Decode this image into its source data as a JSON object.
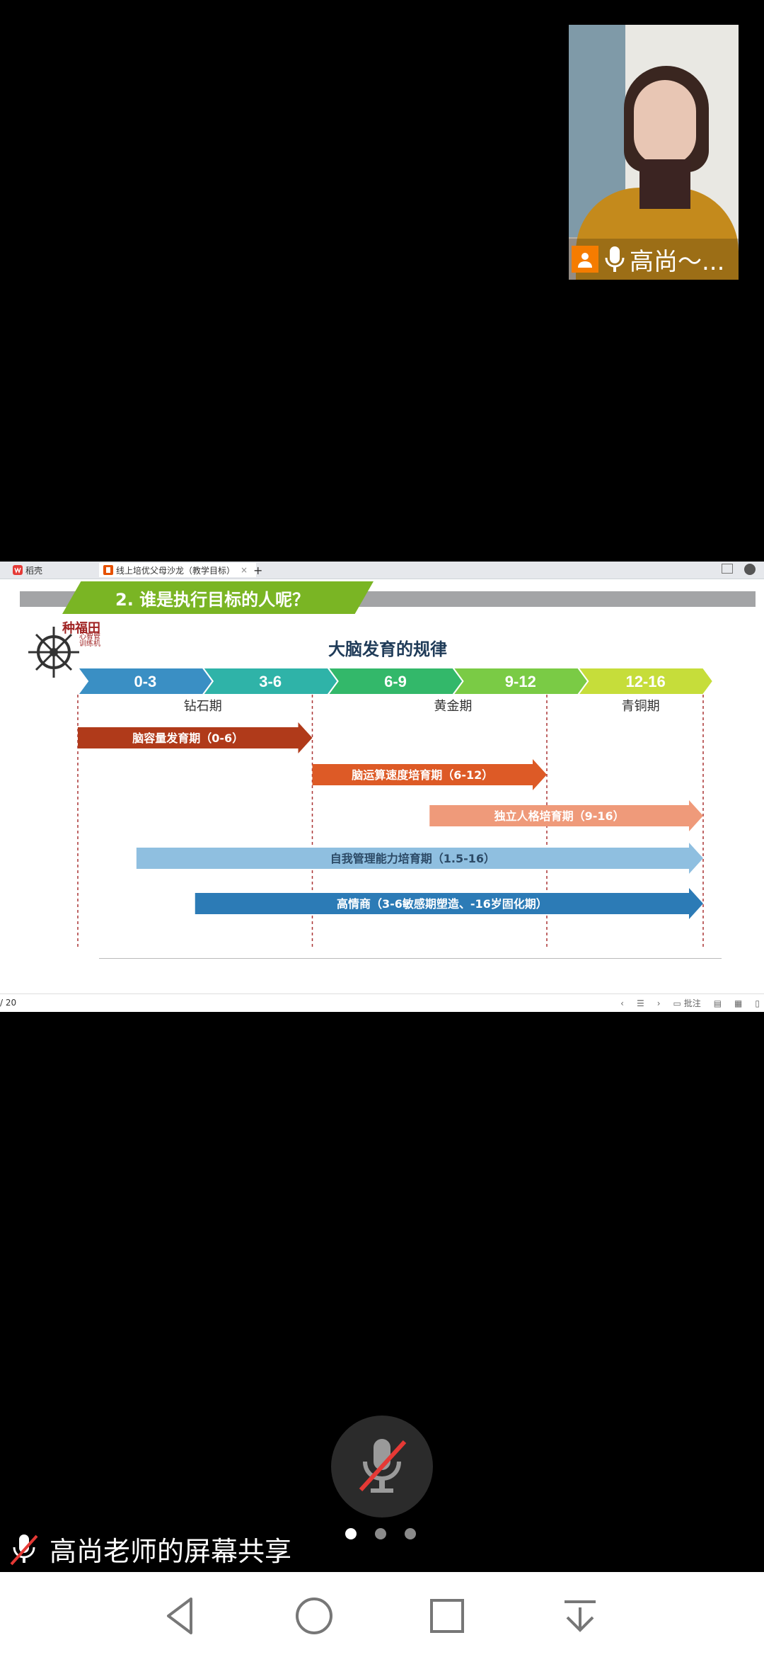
{
  "video": {
    "participant_name": "高尚～...",
    "badge_icon": "user-icon",
    "mic_icon": "microphone-icon"
  },
  "shared_screen": {
    "tabs": [
      {
        "label": "稻壳",
        "icon": "wps-icon",
        "color": "#e53935"
      },
      {
        "label": "线上培优父母沙龙（教学目标）",
        "icon": "presentation-icon",
        "color": "#e65100"
      }
    ],
    "new_tab_label": "+",
    "slide": {
      "title": "2. 谁是执行目标的人呢？",
      "logo_name": "种福田",
      "logo_subtitle": "心智管\n训练机"
    },
    "page_indicator": "/ 20",
    "comment_label": "批注"
  },
  "chart_data": {
    "type": "timeline",
    "title": "大脑发育的规律",
    "segments": [
      {
        "label": "0-3",
        "color": "#3a8fc4"
      },
      {
        "label": "3-6",
        "color": "#2fb3a8"
      },
      {
        "label": "6-9",
        "color": "#33b86a"
      },
      {
        "label": "9-12",
        "color": "#7acb45"
      },
      {
        "label": "12-16",
        "color": "#c6dd3a"
      }
    ],
    "phases": [
      {
        "label": "钻石期"
      },
      {
        "label": "黄金期"
      },
      {
        "label": "青铜期"
      }
    ],
    "bars": [
      {
        "label": "脑容量发育期（0-6）",
        "start": 0,
        "end": 6,
        "color": "#b03a1a"
      },
      {
        "label": "脑运算速度培育期（6-12）",
        "start": 6,
        "end": 12,
        "color": "#dd5a26"
      },
      {
        "label": "独立人格培育期（9-16）",
        "start": 9,
        "end": 16,
        "color": "#ef9a7a"
      },
      {
        "label": "自我管理能力培育期（1.5-16）",
        "start": 1.5,
        "end": 16,
        "color": "#8fbfe0"
      },
      {
        "label": "高情商（3-6敏感期塑造、-16岁固化期）",
        "start": 3,
        "end": 16,
        "color": "#2c7bb6"
      }
    ],
    "xlim": [
      0,
      16
    ]
  },
  "meeting": {
    "share_caption": "高尚老师的屏幕共享",
    "pager_count": 3,
    "pager_active": 0
  },
  "navbar": {
    "buttons": [
      "back-icon",
      "home-icon",
      "recents-icon",
      "notification-pull-icon"
    ]
  }
}
